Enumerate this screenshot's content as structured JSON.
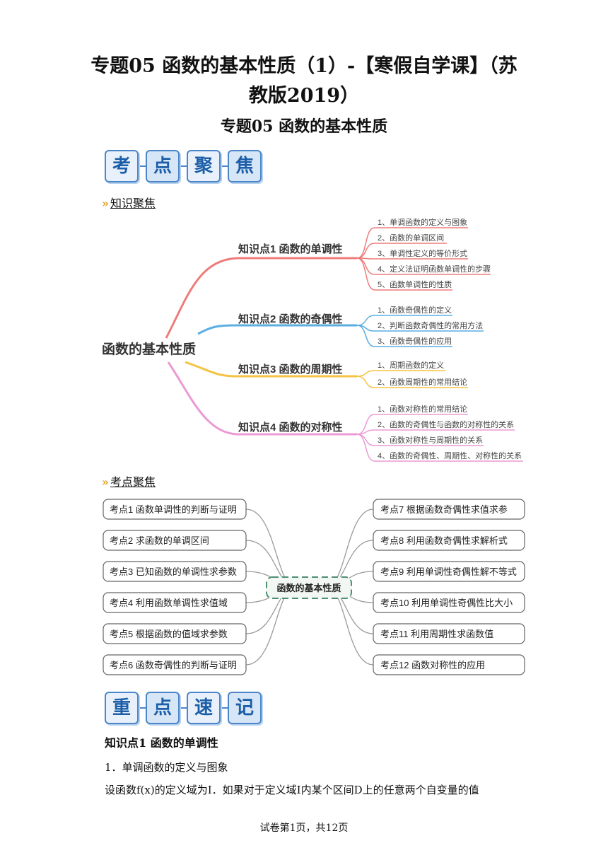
{
  "doc": {
    "title_line1": "专题05 函数的基本性质（1）-【寒假自学课】（苏",
    "title_line2": "教版2019）",
    "subtitle": "专题05 函数的基本性质"
  },
  "banner1": [
    "考",
    "点",
    "聚",
    "焦"
  ],
  "banner2": [
    "重",
    "点",
    "速",
    "记"
  ],
  "section1_label": "知识聚焦",
  "section2_label": "考点聚焦",
  "mindmap1": {
    "root": "函数的基本性质",
    "branches": [
      {
        "label": "知识点1  函数的单调性",
        "color": "#ef7b7b",
        "items": [
          "1、单调函数的定义与图象",
          "2、函数的单调区间",
          "3、单调性定义的等价形式",
          "4、定义法证明函数单调性的步骤",
          "5、函数单调性的性质"
        ]
      },
      {
        "label": "知识点2  函数的奇偶性",
        "color": "#5aaee2",
        "items": [
          "1、函数奇偶性的定义",
          "2、判断函数奇偶性的常用方法",
          "3、函数奇偶性的应用"
        ]
      },
      {
        "label": "知识点3  函数的周期性",
        "color": "#f5c342",
        "items": [
          "1、周期函数的定义",
          "2、函数周期性的常用结论"
        ]
      },
      {
        "label": "知识点4  函数的对称性",
        "color": "#ec9ad4",
        "items": [
          "1、函数对称性的常用结论",
          "2、函数的奇偶性与函数的对称性的关系",
          "3、函数对称性与周期性的关系",
          "4、函数的奇偶性、周期性、对称性的关系"
        ]
      }
    ]
  },
  "mindmap2": {
    "center": "函数的基本性质",
    "left": [
      "考点1 函数单调性的判断与证明",
      "考点2  求函数的单调区间",
      "考点3  已知函数的单调性求参数",
      "考点4  利用函数单调性求值域",
      "考点5  根据函数的值域求参数",
      "考点6  函数奇偶性的判断与证明"
    ],
    "right": [
      "考点7  根据函数奇偶性求值求参",
      "考点8  利用函数奇偶性求解析式",
      "考点9  利用单调性奇偶性解不等式",
      "考点10  利用单调性奇偶性比大小",
      "考点11  利用周期性求函数值",
      "考点12  函数对称性的应用"
    ]
  },
  "body": {
    "heading": "知识点1  函数的单调性",
    "sub1": "1．单调函数的定义与图象",
    "para1": "设函数f(x)的定义域为I．如果对于定义域I内某个区间D上的任意两个自变量的值"
  },
  "footer": "试卷第1页，共12页"
}
